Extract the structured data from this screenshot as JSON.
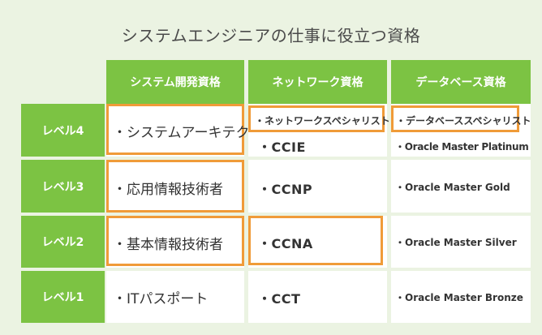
{
  "title": "システムエンジニアの仕事に役立つ資格",
  "columns": [
    "システム開発資格",
    "ネットワーク資格",
    "データベース資格"
  ],
  "levels": [
    "レベル4",
    "レベル3",
    "レベル2",
    "レベル1"
  ],
  "system": [
    "・システムアーキテクト",
    "・応用情報技術者",
    "・基本情報技術者",
    "・ITパスポート"
  ],
  "network": [
    "・ネットワークスペシャリスト",
    "・CCIE",
    "・CCNP",
    "・CCNA",
    "・CCT"
  ],
  "database": [
    "・データベーススペシャリスト",
    "・Oracle Master Platinum",
    "・Oracle Master Gold",
    "・Oracle Master Silver",
    "・Oracle Master Bronze"
  ],
  "colors": {
    "header_green": "#7cc343",
    "highlight_orange": "#f09b38",
    "background": "#ebf3e2"
  }
}
